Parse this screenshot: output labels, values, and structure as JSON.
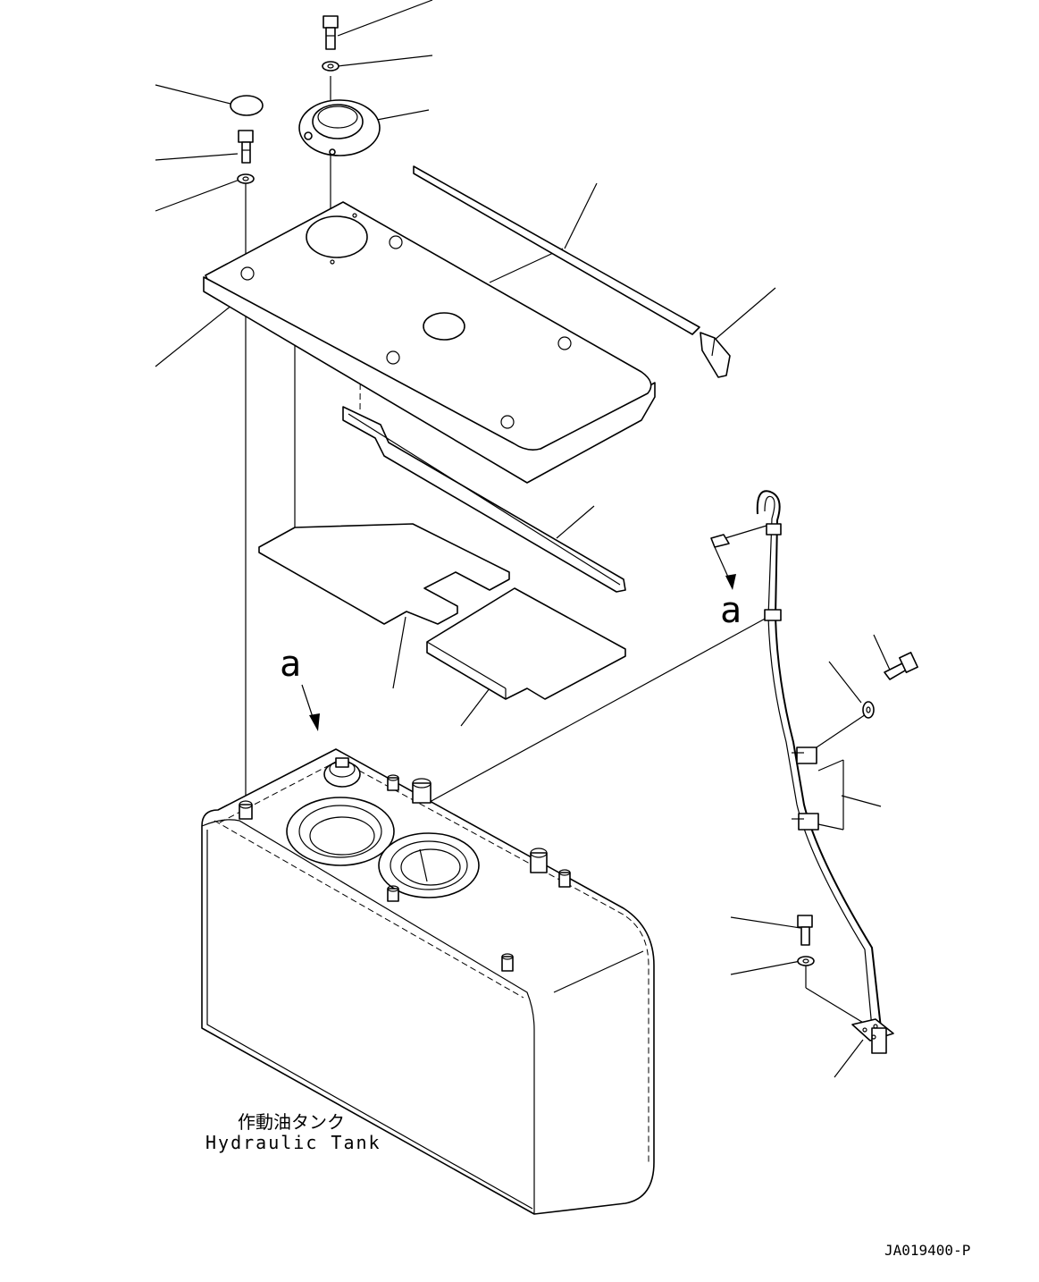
{
  "labels": {
    "tank_jp": "作動油タンク",
    "tank_en": "Hydraulic Tank",
    "view_a_upper": "a",
    "view_a_lower": "a",
    "drawing_code": "JA019400-P"
  }
}
